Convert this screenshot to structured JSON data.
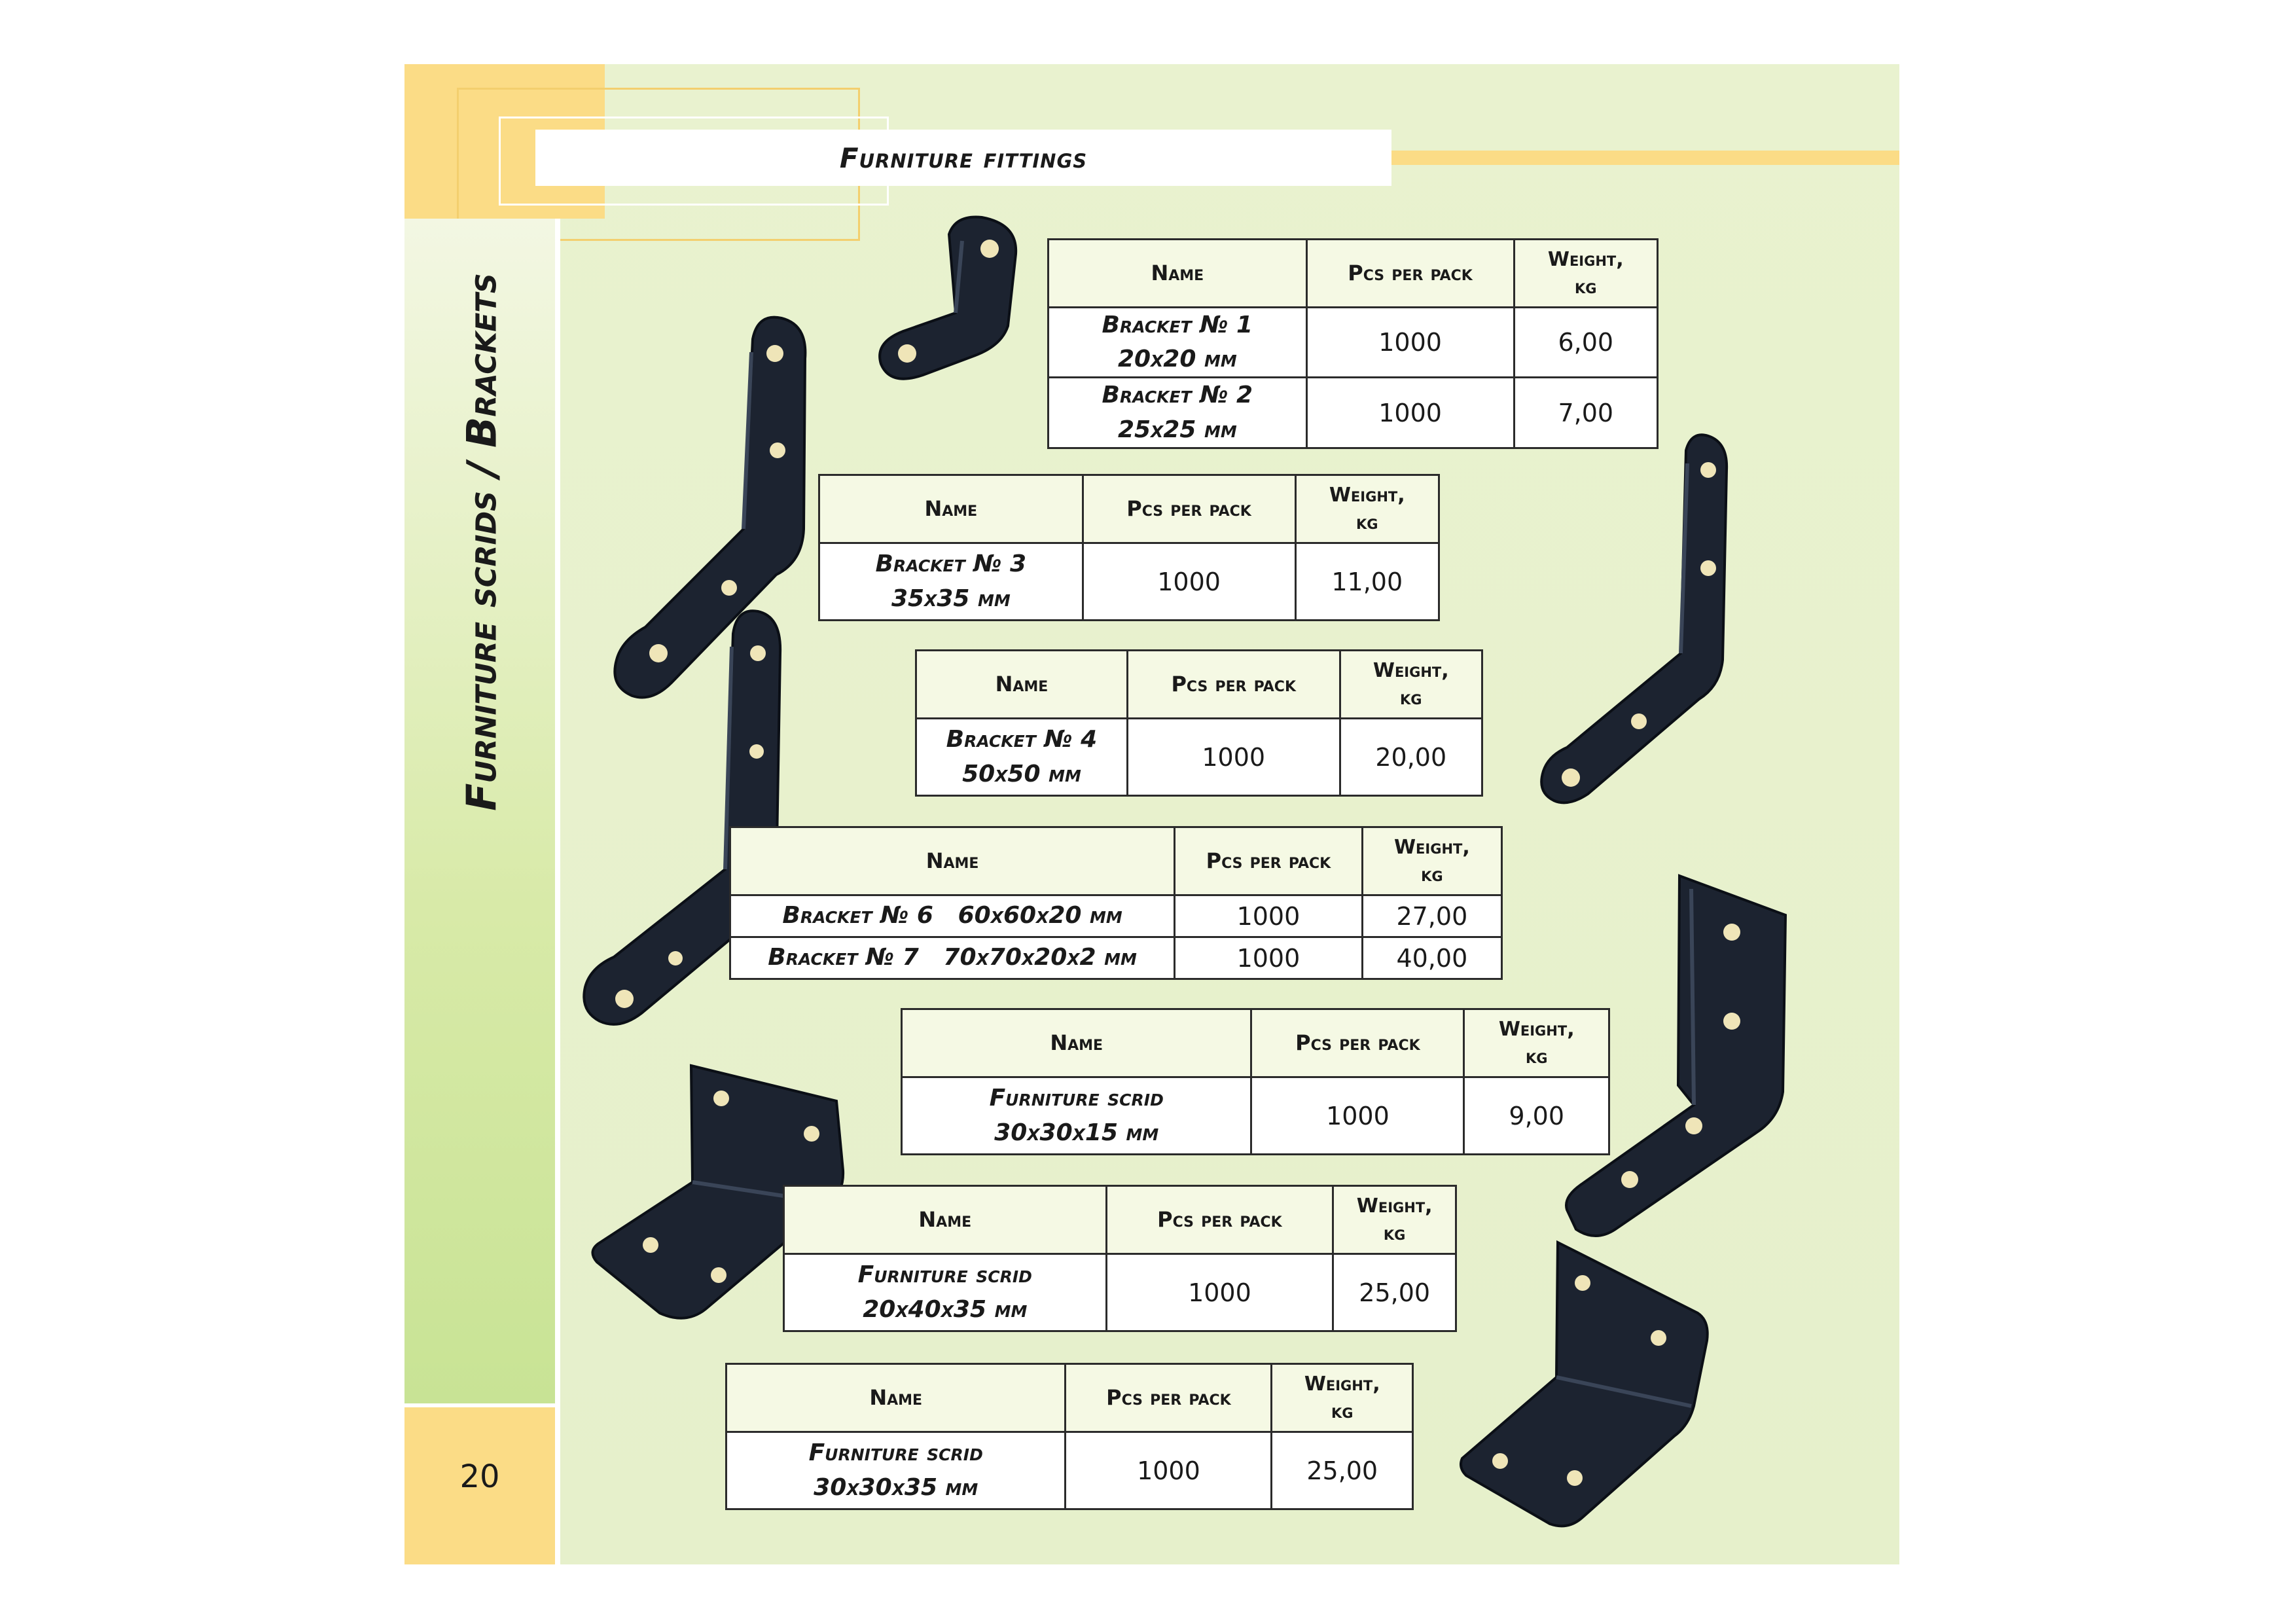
{
  "header": {
    "title": "Furniture fittings"
  },
  "sidebar": {
    "title": "Furniture scrids / Brackets",
    "page_number": "20"
  },
  "colors": {
    "accent_yellow": "#fbdc86",
    "page_bg": "#e9f2cf",
    "side_green": "#c6e292",
    "metal": "#1c2330"
  },
  "columns": {
    "name": "Name",
    "pcs": "Pcs per pack",
    "weight_1": "Weight,",
    "weight_2": "kg"
  },
  "tables": [
    {
      "rows": [
        {
          "name_1": "Bracket № 1",
          "name_2": "20x20 mm",
          "pcs": "1000",
          "weight": "6,00"
        },
        {
          "name_1": "Bracket № 2",
          "name_2": "25x25 mm",
          "pcs": "1000",
          "weight": "7,00"
        }
      ]
    },
    {
      "rows": [
        {
          "name_1": "Bracket  № 3",
          "name_2": "35x35 mm",
          "pcs": "1000",
          "weight": "11,00"
        }
      ]
    },
    {
      "rows": [
        {
          "name_1": "Bracket  № 4",
          "name_2": "50x50 mm",
          "pcs": "1000",
          "weight": "20,00"
        }
      ]
    },
    {
      "rows": [
        {
          "name": "Bracket № 6   60x60x20 mm",
          "pcs": "1000",
          "weight": "27,00"
        },
        {
          "name": "Bracket № 7   70x70x20x2 mm",
          "pcs": "1000",
          "weight": "40,00"
        }
      ]
    },
    {
      "rows": [
        {
          "name_1": "Furniture scrid",
          "name_2": "30x30x15 mm",
          "pcs": "1000",
          "weight": "9,00"
        }
      ]
    },
    {
      "rows": [
        {
          "name_1": "Furniture scrid",
          "name_2": "20x40x35 mm",
          "pcs": "1000",
          "weight": "25,00"
        }
      ]
    },
    {
      "rows": [
        {
          "name_1": "Furniture scrid",
          "name_2": "30x30x35 mm",
          "pcs": "1000",
          "weight": "25,00"
        }
      ]
    }
  ]
}
